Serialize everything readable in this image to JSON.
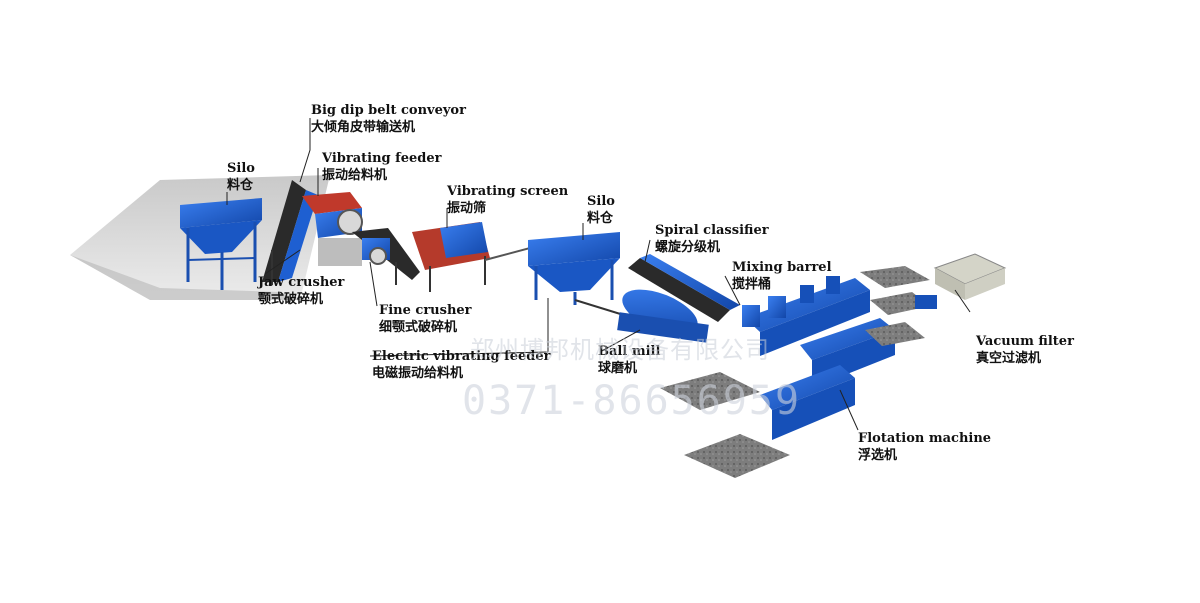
{
  "labels": {
    "silo1": {
      "en": "Silo",
      "zh": "料仓"
    },
    "belt_conveyor": {
      "en": "Big dip belt conveyor",
      "zh": "大倾角皮带输送机"
    },
    "vibrating_feeder": {
      "en": "Vibrating feeder",
      "zh": "振动给料机"
    },
    "vibrating_screen": {
      "en": "Vibrating screen",
      "zh": "振动筛"
    },
    "silo2": {
      "en": "Silo",
      "zh": "料仓"
    },
    "spiral_classifier": {
      "en": "Spiral classifier",
      "zh": "螺旋分级机"
    },
    "mixing_barrel": {
      "en": "Mixing barrel",
      "zh": "搅拌桶"
    },
    "jaw_crusher": {
      "en": "Jaw crusher",
      "zh": "颚式破碎机"
    },
    "fine_crusher": {
      "en": "Fine crusher",
      "zh": "细颚式破碎机"
    },
    "electric_feeder": {
      "en": "Electric vibrating feeder",
      "zh": "电磁振动给料机"
    },
    "ball_mill": {
      "en": "Ball mill",
      "zh": "球磨机"
    },
    "vacuum_filter": {
      "en": "Vacuum filter",
      "zh": "真空过滤机"
    },
    "flotation_machine": {
      "en": "Flotation machine",
      "zh": "浮选机"
    }
  },
  "watermark": {
    "company": "郑州博邦机械设备有限公司",
    "phone": "0371-86656959"
  },
  "colors": {
    "equipment": "#1e5fd1",
    "equipment_dark": "#123f96",
    "ground": "#dcdcdc",
    "pit": "#8a8a8a",
    "leader": "#222222"
  }
}
